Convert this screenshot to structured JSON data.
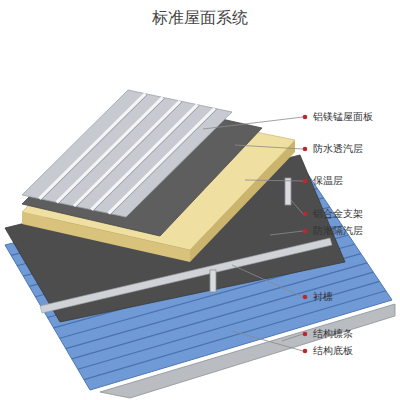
{
  "diagram": {
    "title": "标准屋面系统",
    "labels": [
      "铝镁锰屋面板",
      "防水透汽层",
      "保温层",
      "铝合金支架",
      "防潮隔汽层",
      "衬檩",
      "结构檩条",
      "结构底板"
    ]
  }
}
